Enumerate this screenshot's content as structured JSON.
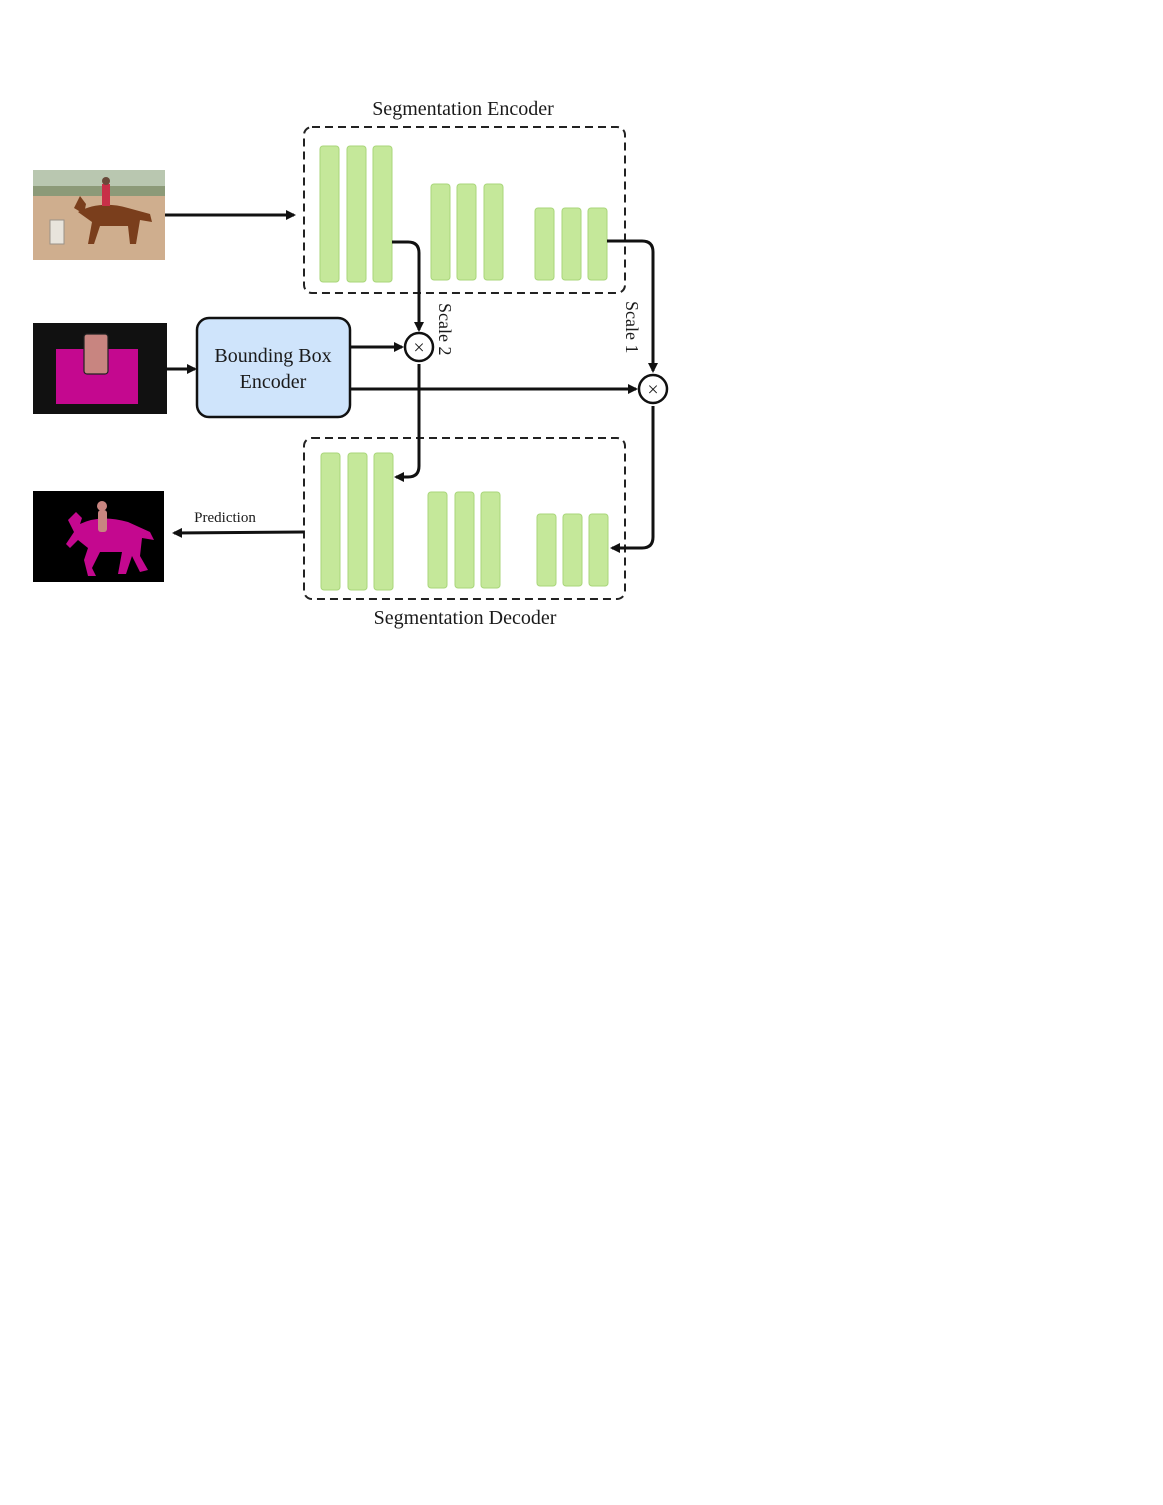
{
  "diagram": {
    "encoder_title": "Segmentation Encoder",
    "decoder_title": "Segmentation Decoder",
    "bbox_encoder_line1": "Bounding Box",
    "bbox_encoder_line2": "Encoder",
    "scale2_label": "Scale 2",
    "scale1_label": "Scale 1",
    "prediction_label": "Prediction",
    "multiply_symbol": "×"
  },
  "colors": {
    "feature_bar": "#c5e89a",
    "bbox_encoder_fill": "#cfe4fb",
    "mask_magenta": "#c4088f",
    "mask_person": "#c88580",
    "mask_background": "#111111"
  }
}
